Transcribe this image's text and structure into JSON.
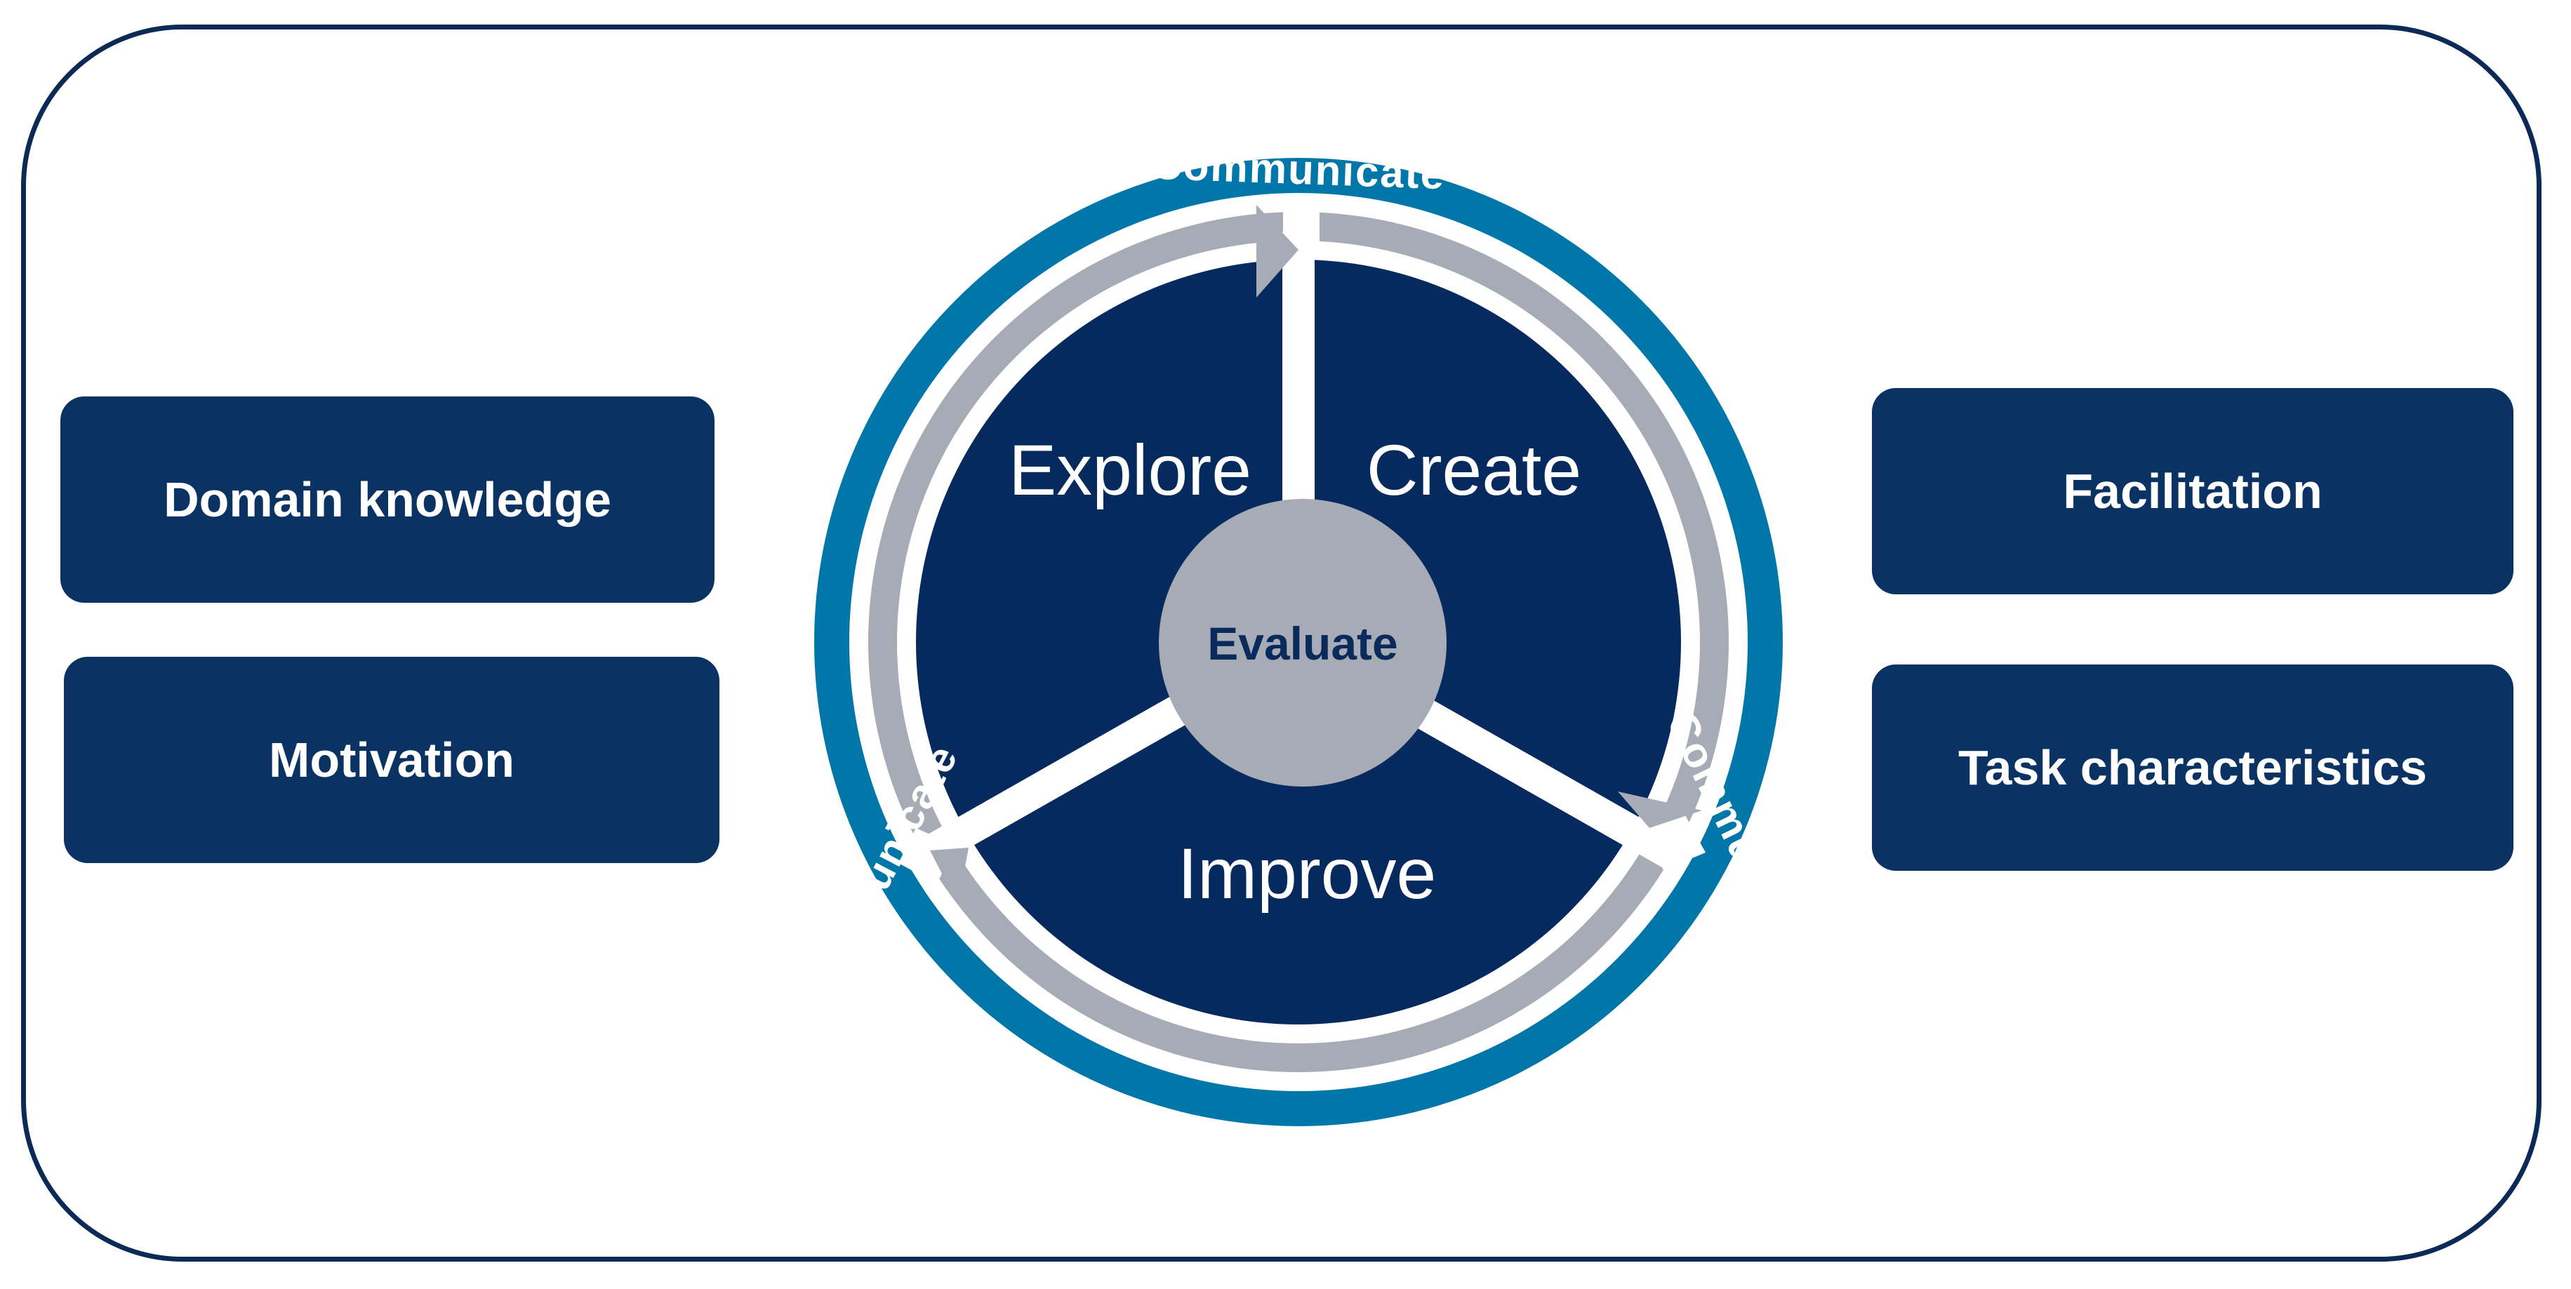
{
  "diagram": {
    "factors_left": [
      {
        "label": "Domain knowledge"
      },
      {
        "label": "Motivation"
      }
    ],
    "factors_right": [
      {
        "label": "Facilitation"
      },
      {
        "label": "Task characteristics"
      }
    ],
    "cycle": {
      "segments": {
        "explore": "Explore",
        "create": "Create",
        "improve": "Improve"
      },
      "center": "Evaluate",
      "ring_labels": [
        "Communicate",
        "Communicate",
        "Communicate"
      ]
    },
    "colors": {
      "frame_border": "#0b2a55",
      "box_fill": "#0a3262",
      "ring_blue": "#0077a8",
      "segment_fill": "#062a5e",
      "arrow_gray": "#a7abb6",
      "center_gray": "#a7abb6"
    }
  }
}
